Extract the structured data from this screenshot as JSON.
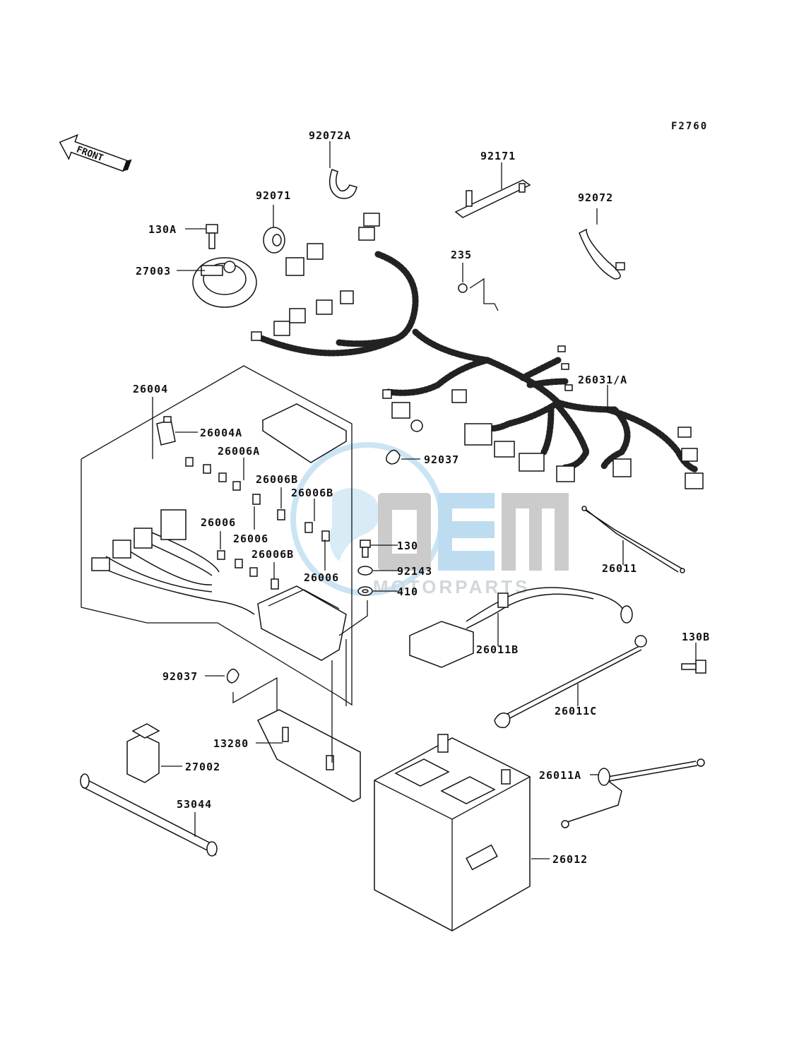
{
  "figure_code": "F2760",
  "front_arrow_label": "FRONT",
  "watermark": {
    "logo_text": "OEM",
    "sub_text": "MOTORPARTS",
    "color": "#6fb3de"
  },
  "labels": {
    "p92072A": "92072A",
    "p92171": "92171",
    "p92071": "92071",
    "p92072": "92072",
    "p130A": "130A",
    "p27003": "27003",
    "p235": "235",
    "p26004": "26004",
    "p26031A": "26031/A",
    "p26004A": "26004A",
    "p26006A": "26006A",
    "p92037_top": "92037",
    "p26006B_1": "26006B",
    "p26006B_2": "26006B",
    "p26006_1": "26006",
    "p26006_2": "26006",
    "p26006B_3": "26006B",
    "p26006_3": "26006",
    "p130": "130",
    "p92143": "92143",
    "p410": "410",
    "p26011": "26011",
    "p26011B": "26011B",
    "p130B": "130B",
    "p92037_bottom": "92037",
    "p26011C": "26011C",
    "p13280": "13280",
    "p27002": "27002",
    "p26011A": "26011A",
    "p53044": "53044",
    "p26012": "26012"
  }
}
